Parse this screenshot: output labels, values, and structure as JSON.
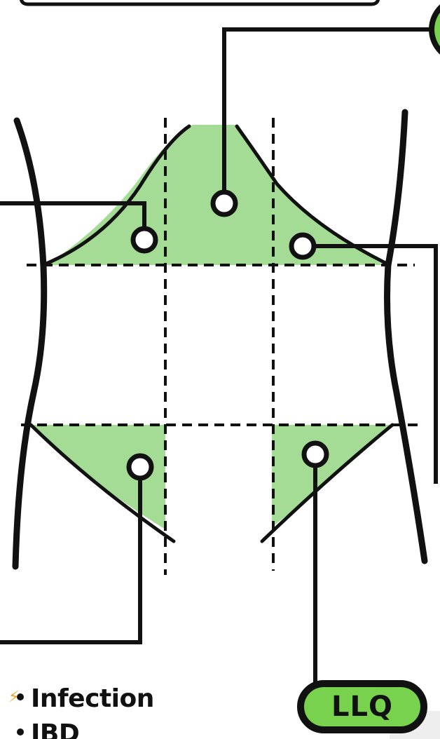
{
  "labels": {
    "llq": "LLQ"
  },
  "conditions_list": [
    {
      "text": "Infection"
    },
    {
      "text": "IBD"
    }
  ],
  "colors": {
    "region_fill": "#9ad88a",
    "badge_fill": "#79d24e",
    "line": "#111111",
    "spark": "#f0a020"
  },
  "icons": {
    "spark": "lightning-spark-icon"
  }
}
